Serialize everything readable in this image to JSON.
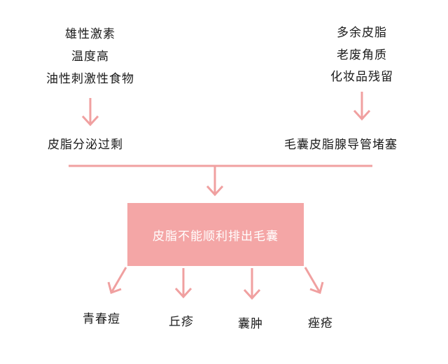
{
  "left_causes": [
    "雄性激素",
    "温度高",
    "油性刺激性食物"
  ],
  "right_causes": [
    "多余皮脂",
    "老废角质",
    "化妆品残留"
  ],
  "left_result": "皮脂分泌过剩",
  "right_result": "毛囊皮脂腺导管堵塞",
  "center_box": "皮脂不能顺利排出毛囊",
  "outcomes": [
    "青春痘",
    "丘疹",
    "囊肿",
    "痤疮"
  ],
  "colors": {
    "arrow": "#f0a0a0",
    "box_fill": "#f4a6a6",
    "box_text": "#ffffff",
    "text": "#1a1a1a"
  }
}
